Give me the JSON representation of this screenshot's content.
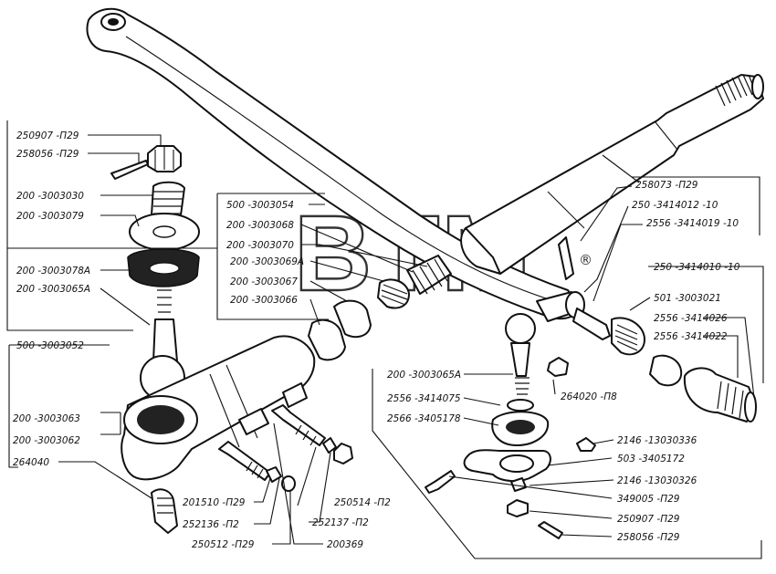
{
  "watermark": {
    "text": "BTM",
    "mark": "®"
  },
  "labels": {
    "l250907_top": "250907 -П29",
    "l258056_top": "258056 -П29",
    "l200_3003030": "200 -3003030",
    "l200_3003079": "200 -3003079",
    "l200_3003078A": "200 -3003078А",
    "l200_3003065A_left": "200 -3003065А",
    "l500_3003052": "500 -3003052",
    "l200_3003063": "200 -3003063",
    "l200_3003062": "200 -3003062",
    "l264040": "264040",
    "l500_3003054": "500 -3003054",
    "l200_3003068": "200 -3003068",
    "l200_3003070": "200 -3003070",
    "l200_3003069A": "200 -3003069А",
    "l200_3003067": "200 -3003067",
    "l200_3003066": "200 -3003066",
    "l258073": "258073 -П29",
    "l250_3414012": "250 -3414012 -10",
    "l2556_3414019": "2556 -3414019 -10",
    "l250_3414010": "250 -3414010 -10",
    "l501_3003021": "501 -3003021",
    "l2556_3414026": "2556 -3414026",
    "l2556_3414022": "2556 -3414022",
    "l200_3003065A_right": "200 -3003065А",
    "l264020": "264020 -П8",
    "l2556_3414075": "2556 -3414075",
    "l2566_3405178": "2566 -3405178",
    "l2146_13030336": "2146 -13030336",
    "l503_3405172": "503 -3405172",
    "l2146_13030326": "2146 -13030326",
    "l349005": "349005 -П29",
    "l250907_bottom": "250907 -П29",
    "l258056_bottom": "258056 -П29",
    "l201510": "201510 -П29",
    "l252136": "252136 -П2",
    "l250512": "250512 -П29",
    "l200369": "200369",
    "l250514": "250514 -П2",
    "l252137": "252137 -П2"
  }
}
